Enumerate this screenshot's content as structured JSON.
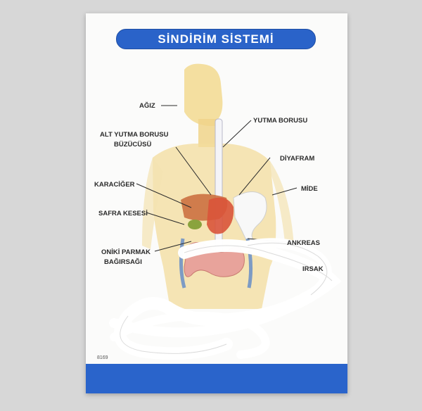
{
  "card": {
    "title": "SİNDİRİM SİSTEMİ",
    "labels": {
      "agiz": "AĞIZ",
      "yutma_borusu": "YUTMA BORUSU",
      "alt_yutma_1": "ALT YUTMA BORUSU",
      "alt_yutma_2": "BÜZÜCÜSÜ",
      "diyafram": "DİYAFRAM",
      "karaciger": "KARACİĞER",
      "mide": "MİDE",
      "safra": "SAFRA KESESİ",
      "pankreas": "ANKREAS",
      "oniki_1": "ONİKİ PARMAK",
      "oniki_2": "BAĞIRSAĞI",
      "barsak": "IRSAK",
      "code": "8169"
    }
  },
  "colors": {
    "banner": "#2a63c9",
    "band": "#2a64cb",
    "body_tint": "#f0d48a",
    "organ_red": "#d9543a",
    "rope": "#ffffff"
  }
}
